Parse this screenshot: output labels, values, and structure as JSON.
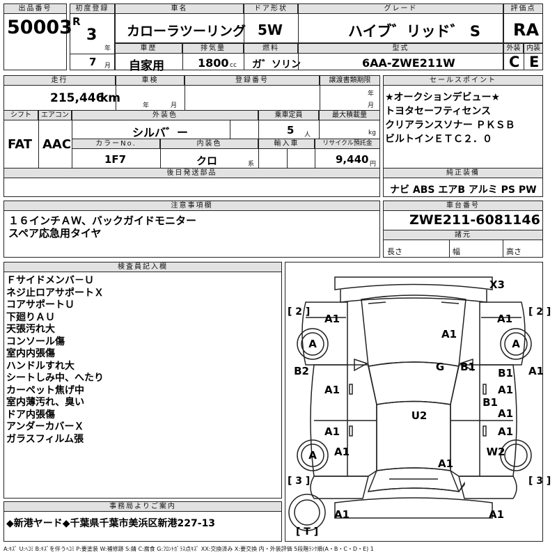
{
  "labels": {
    "lot_number": "出品番号",
    "first_registration": "初度登録",
    "car_name": "車名",
    "door_type": "ドア形状",
    "grade": "グレード",
    "score": "評価点",
    "history": "車歴",
    "displacement": "排気量",
    "fuel": "燃料",
    "model_type": "型式",
    "exterior": "外装",
    "interior": "内装",
    "mileage": "走行",
    "inspection": "車検",
    "registration_number": "登録番号",
    "transfer_deadline": "譲渡書類期限",
    "sales_points": "セールスポイント",
    "shift": "シフト",
    "aircon": "エアコン",
    "exterior_color": "外装色",
    "capacity": "乗車定員",
    "max_load": "最大積載量",
    "color_no": "カラーNo.",
    "interior_color": "内装色",
    "import_car": "輸入車",
    "recycle_fee": "リサイクル預託金",
    "later_parts": "後日発送部品",
    "genuine_equipment": "純正装備",
    "notes": "注意事項欄",
    "chassis_number": "車台番号",
    "dimensions": "諸元",
    "inspector_notes": "検査員記入欄",
    "office_notice": "事務局よりご案内"
  },
  "units": {
    "year": "年",
    "month": "月",
    "cc": "cc",
    "km": "km",
    "people": "人",
    "kg": "kg",
    "kei": "系",
    "yen": "円",
    "length": "長さ",
    "width": "幅",
    "height": "高さ"
  },
  "values": {
    "lot_number": "50003",
    "era_prefix": "R",
    "first_reg_year": "3",
    "first_reg_month": "7",
    "car_name": "カローラツーリング",
    "door_type": "5W",
    "grade": "ハイブ゛リッド゛ S",
    "score": "RA",
    "history": "自家用",
    "displacement": "1800",
    "fuel": "ガ゛ソリン",
    "model_type": "6AA-ZWE211W",
    "exterior_score": "C",
    "interior_score": "E",
    "mileage": "215,446",
    "exterior_color": "シルバ゛ー",
    "capacity": "5",
    "shift": "FAT",
    "aircon": "AAC",
    "color_no": "1F7",
    "interior_color": "クロ",
    "recycle_fee": "9,440",
    "equipment": "ナビ ABS エアB アルミ PS PW",
    "chassis_number": "ZWE211-6081146"
  },
  "sales_points": [
    "★オークションデビュー★",
    "トヨタセーフティセンス",
    "クリアランスソナー ＰＫＳＢ",
    "ビルトインＥＴＣ２．０"
  ],
  "notes": [
    "１６インチＡＷ、バックガイドモニター",
    "スペア応急用タイヤ"
  ],
  "inspector": [
    "Ｆサイドメンバ－Ｕ",
    "ネジ止ロアサポートＸ",
    "コアサポートＵ",
    "下廻りＡＵ",
    "天張汚れ大",
    "コンソール傷",
    "室内内張傷",
    "ハンドルすれ大",
    "シートしみ中、へたり",
    "カーペット焦げ中",
    "室内薄汚れ、臭い",
    "ドア内張傷",
    "アンダーカバーＸ",
    "ガラスフィルム張"
  ],
  "office_notice": "◆新港ヤード◆千葉県千葉市美浜区新港227-13",
  "legend": "A:ｷｽﾞ U:ﾍｺﾐ B:ｷｽﾞを伴うﾍｺﾐ P:要塗装 W:補修跡 S:錆 C:腐食 G:ﾌﾛﾝﾄｶﾞﾗｽ点ｷｽﾞ XX:交換済み X:要交換 内・外装評価 5段階ﾗﾝｸ順(A・B・C・D・E) 1",
  "diagram": {
    "marks": [
      "X3",
      "A1",
      "A1",
      "A",
      "A",
      "A1",
      "B2",
      "A1",
      "G",
      "B1",
      "B1",
      "A1",
      "A1",
      "A1",
      "B1",
      "A1",
      "A1",
      "U2",
      "A",
      "A1",
      "W2",
      "A1",
      "A1",
      "A1"
    ],
    "brackets": [
      "[ 2 ]",
      "[ 2 ]",
      "[ 3 ]",
      "[ 3 ]",
      "[ T ]"
    ]
  }
}
